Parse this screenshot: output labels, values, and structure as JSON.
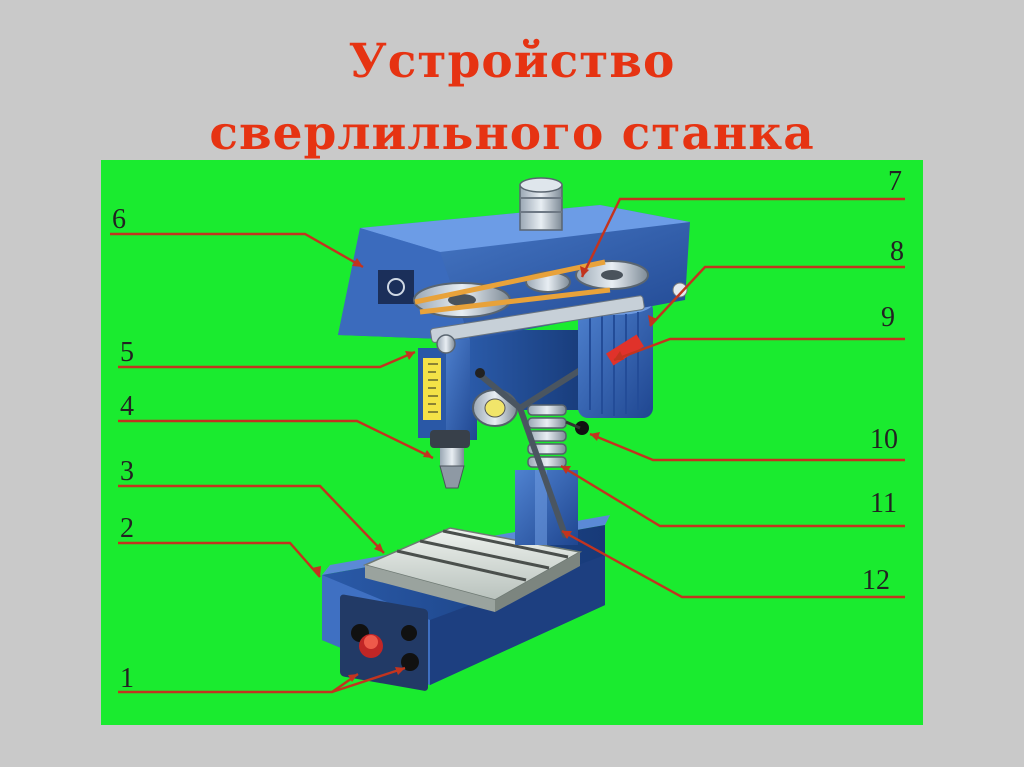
{
  "title": {
    "line1": "Устройство",
    "line2": "сверлильного станка"
  },
  "diagram": {
    "subject": "drill-press",
    "callouts": [
      {
        "number": "1"
      },
      {
        "number": "2"
      },
      {
        "number": "3"
      },
      {
        "number": "4"
      },
      {
        "number": "5"
      },
      {
        "number": "6"
      },
      {
        "number": "7"
      },
      {
        "number": "8"
      },
      {
        "number": "9"
      },
      {
        "number": "10"
      },
      {
        "number": "11"
      },
      {
        "number": "12"
      }
    ]
  },
  "colors": {
    "background": "#c9c9c9",
    "panel": "#1aeb2f",
    "title": "#e63312",
    "machine_blue": "#2f5fb0",
    "leader_line": "#c2341f",
    "belt": "#e8a23a"
  }
}
